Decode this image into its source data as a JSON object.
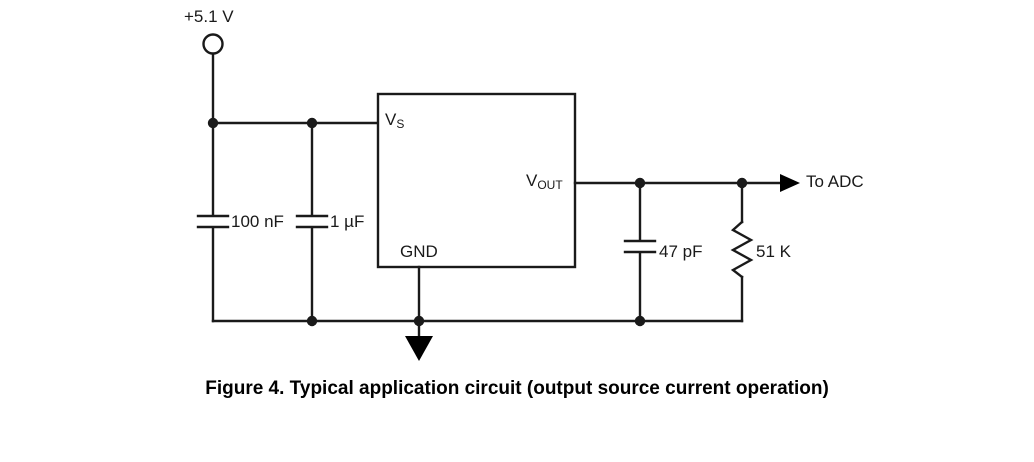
{
  "figure": {
    "caption": "Figure 4. Typical application circuit (output source current operation)",
    "colors": {
      "wire": "#1a1a1a",
      "text": "#1a1a1a",
      "background": "#ffffff"
    }
  },
  "labels": {
    "supply": "+5.1 V",
    "cap_100nf": "100 nF",
    "cap_1uf": "1 µF",
    "cap_47pf": "47 pF",
    "res_51k": "51 K",
    "out_destination": "To ADC"
  },
  "ic": {
    "pin_vs_prefix": "V",
    "pin_vs_sub": "S",
    "pin_vout_prefix": "V",
    "pin_vout_sub": "OUT",
    "pin_gnd": "GND"
  },
  "components": [
    {
      "name": "supply-terminal",
      "type": "terminal",
      "label": "+5.1 V"
    },
    {
      "name": "capacitor-100nf",
      "type": "capacitor",
      "label": "100 nF"
    },
    {
      "name": "capacitor-1uf",
      "type": "capacitor",
      "label": "1 µF"
    },
    {
      "name": "ic-block",
      "type": "ic",
      "pins": [
        "VS",
        "VOUT",
        "GND"
      ]
    },
    {
      "name": "capacitor-47pf",
      "type": "capacitor",
      "label": "47 pF"
    },
    {
      "name": "resistor-51k",
      "type": "resistor",
      "label": "51 K"
    },
    {
      "name": "ground-symbol",
      "type": "ground",
      "label": ""
    },
    {
      "name": "output-arrow",
      "type": "arrow",
      "label": "To ADC"
    }
  ]
}
